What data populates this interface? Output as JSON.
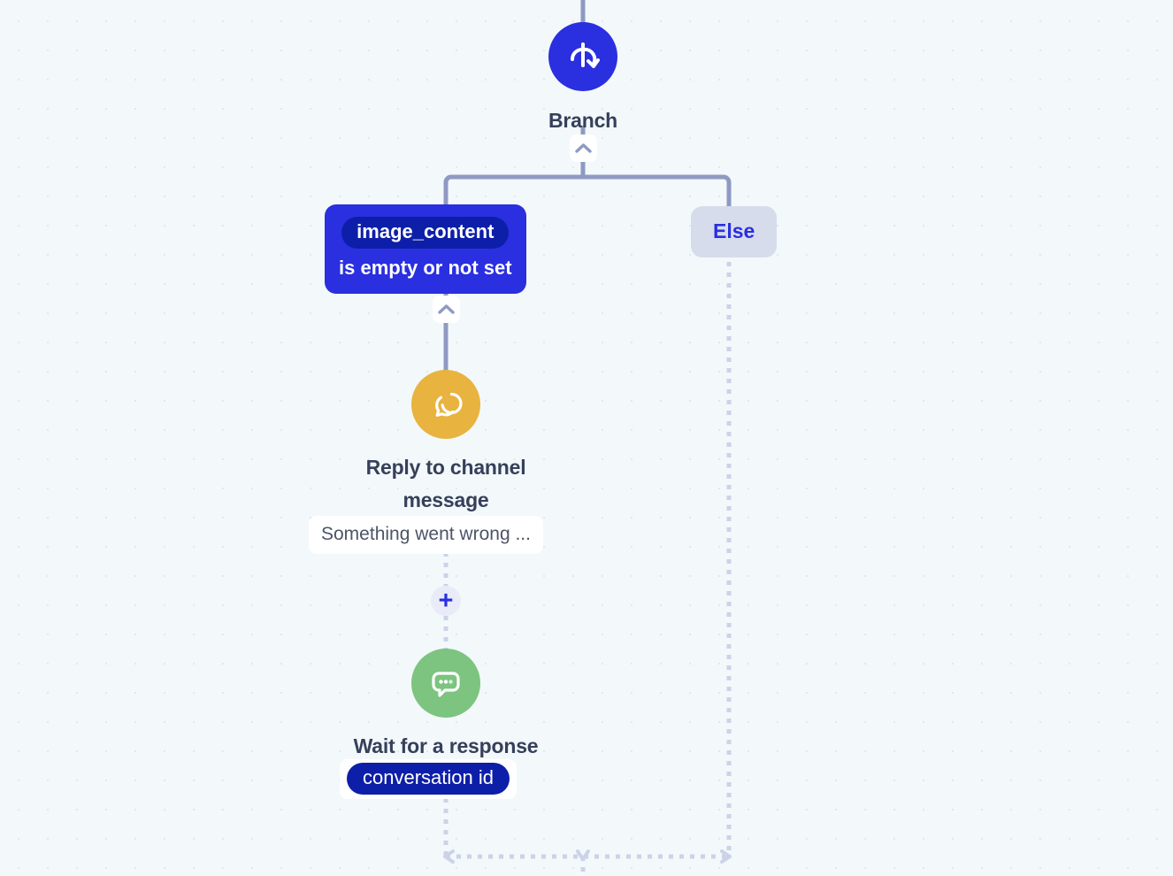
{
  "canvas": {
    "background_color": "#f3f8fb",
    "grid_dot_color": "#e3e7ee"
  },
  "colors": {
    "brand_blue": "#2a2fe0",
    "deep_navy": "#0d1fa8",
    "connector": "#8e9ac2",
    "dashed_connector": "#ccd2e8",
    "else_badge_bg": "#d7dcec",
    "amber": "#e8b33e",
    "green": "#7cc47f",
    "label_text": "#36405a"
  },
  "branch_node": {
    "label": "Branch",
    "icon": "branch-icon",
    "collapse_icon": "chevron-up-icon"
  },
  "branches": [
    {
      "id": "condition",
      "variable": "image_content",
      "operator_text": "is empty or not set",
      "collapse_icon": "chevron-up-icon"
    },
    {
      "id": "else",
      "label": "Else"
    }
  ],
  "steps": [
    {
      "id": "reply-to-channel-message",
      "title": "Reply to channel message",
      "icon": "reply-message-icon",
      "icon_color": "#e8b33e",
      "preview_text": "Something went wrong ..."
    },
    {
      "id": "wait-for-a-response",
      "title": "Wait for a response",
      "icon": "chat-bubble-dots-icon",
      "icon_color": "#7cc47f",
      "variable_chip": "conversation id"
    }
  ],
  "add_step_button": {
    "label": "+",
    "icon": "plus-icon"
  }
}
